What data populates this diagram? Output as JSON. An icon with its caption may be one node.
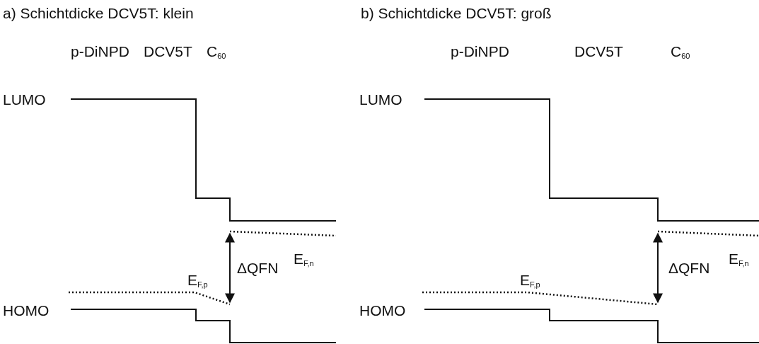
{
  "diagram": {
    "labels": [
      "a) Schichtdicke DCV5T: klein",
      "p-DiNPD",
      "DCV5T",
      "C$_{60}$",
      "LUMO",
      "E$_{F,n}$",
      "E$_{F,p}$",
      "ΔQFN",
      "HOMO",
      "b) Schichtdicke DCV5T: groß",
      "p-DiNPD",
      "DCV5T",
      "C$_{60}$",
      "LUMO",
      "E$_{F,n}$",
      "E$_{F,p}$",
      "ΔQFN",
      "HOMO"
    ]
  }
}
